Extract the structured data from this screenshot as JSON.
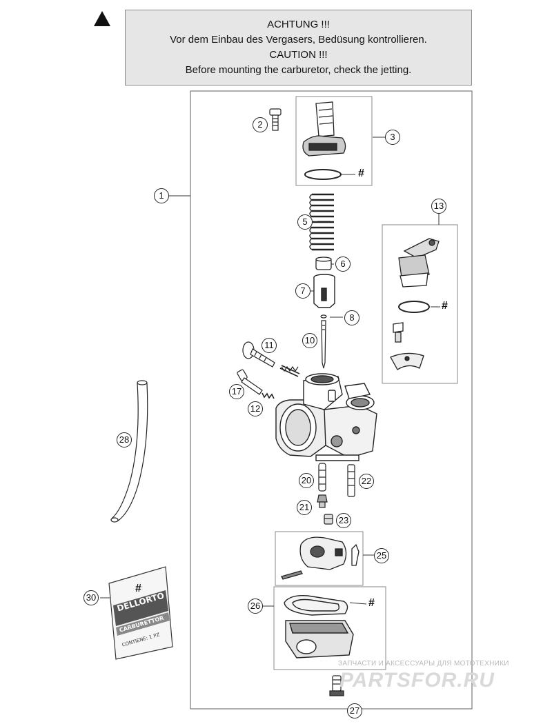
{
  "caution": {
    "line1": "ACHTUNG !!!",
    "line2": "Vor dem Einbau des Vergasers, Bedüsung kontrollieren.",
    "line3": "CAUTION !!!",
    "line4": "Before mounting the carburetor, check the jetting."
  },
  "warning_icon": "warning-triangle-icon",
  "callouts": {
    "c1": "1",
    "c2": "2",
    "c3": "3",
    "c5": "5",
    "c6": "6",
    "c7": "7",
    "c8": "8",
    "c10": "10",
    "c11": "11",
    "c12": "12",
    "c13": "13",
    "c17": "17",
    "c20": "20",
    "c21": "21",
    "c22": "22",
    "c23": "23",
    "c25": "25",
    "c26": "26",
    "c27": "27",
    "c28": "28",
    "c30": "30"
  },
  "hash_mark": "#",
  "bag_label": {
    "brand": "DELLORTO",
    "line1": "CARBURETTOR",
    "line2": "CONTIENE: 1 PZ"
  },
  "watermark": {
    "tagline": "ЗАПЧАСТИ И АКСЕССУАРЫ ДЛЯ МОТОТЕХНИКИ",
    "logo": "PARTSFOR.RU"
  }
}
